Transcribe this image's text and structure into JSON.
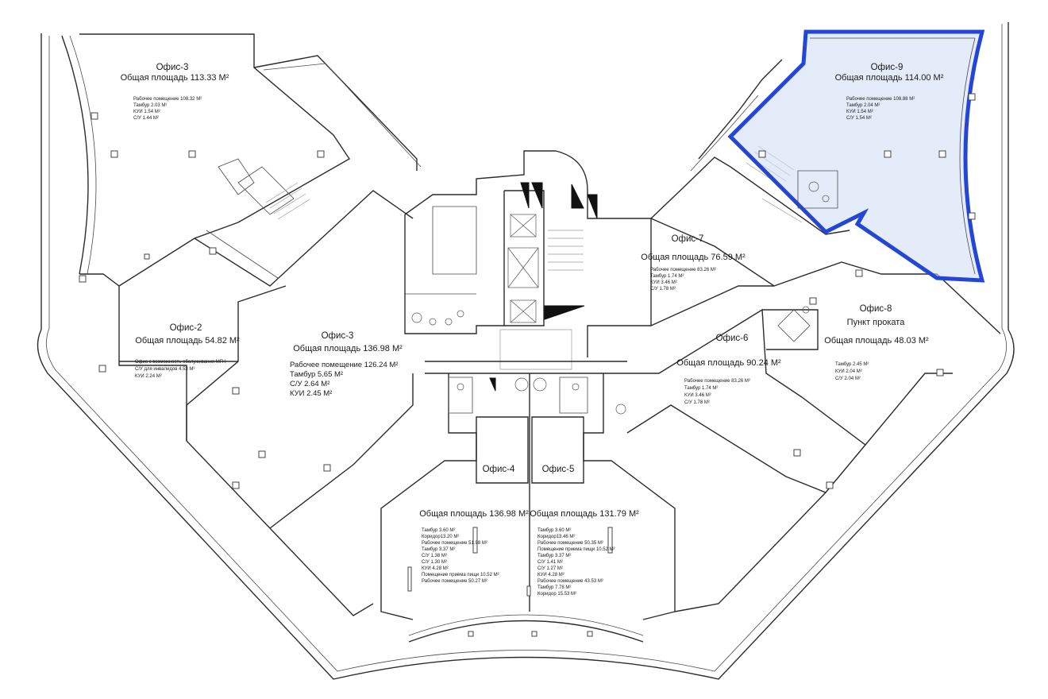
{
  "offices": [
    {
      "id": "office-3-top",
      "name": "Офис-3",
      "area": "Общая площадь 113.33 М²",
      "details": [
        "Рабочее помещение 108.32 М²",
        "Тамбур 2.03 М²",
        "КУИ 1.54 М²",
        "С/У 1.44 М²"
      ]
    },
    {
      "id": "office-9",
      "name": "Офис-9",
      "area": "Общая площадь 114.00 М²",
      "highlighted": true,
      "details": [
        "Рабочее помещение 108.88 М²",
        "Тамбур 2.04 М²",
        "КУИ 1.54 М²",
        "С/У 1.54 М²"
      ]
    },
    {
      "id": "office-7",
      "name": "Офис-7",
      "area": "Общая площадь 76.59 М²",
      "details": [
        "Рабочее помещение 83.26 М²",
        "Тамбур 1.74 М²",
        "КУИ 3.46 М²",
        "С/У 1.78 М²"
      ]
    },
    {
      "id": "office-2",
      "name": "Офис-2",
      "area": "Общая площадь 54.82 М²",
      "details": [
        "Офис с возможность обслуживания МГН",
        "С/У для инвалидов 4.53 М²",
        "КУИ 2.24 М²"
      ]
    },
    {
      "id": "office-3-mid",
      "name": "Офис-3",
      "area": "Общая площадь 136.98 М²",
      "details": [
        "Рабочее помещение 126.24 М²",
        "Тамбур 5.65 М²",
        "С/У 2.64 М²",
        "КУИ 2.45 М²"
      ]
    },
    {
      "id": "office-6",
      "name": "Офис-6",
      "area": "Общая площадь 90.24 М²",
      "details": [
        "Рабочее помещение 83.26 М²",
        "Тамбур 1.74 М²",
        "КУИ 3.46 М²",
        "С/У 1.78 М²"
      ]
    },
    {
      "id": "office-8",
      "name": "Офис-8",
      "subtitle": "Пункт проката",
      "area": "Общая площадь 48.03 М²",
      "details": [
        "Тамбур 2.45 М²",
        "КУИ 2.04 М²",
        "С/У 2.04 М²"
      ]
    },
    {
      "id": "office-4",
      "name": "Офис-4",
      "area": "Общая площадь 136.98 М²",
      "details": [
        "Тамбур 3.60 М²",
        "Коридор13.20 М²",
        "Рабочее помещение 51.98 М²",
        "Тамбур 3.37 М²",
        "С/У 1.38 М²",
        "С/У 1.30 М²",
        "КУИ 4.28 М²",
        "Помещение приема пищи 10.52 М²",
        "Рабочее помещение 50.27 М²"
      ]
    },
    {
      "id": "office-5",
      "name": "Офис-5",
      "area": "Общая площадь 131.79 М²",
      "details": [
        "Тамбур 3.60 М²",
        "Коридор13.46 М²",
        "Рабочее помещение 50.35 М²",
        "Помещение приема пищи 10.52 М²",
        "Тамбур 3.37 М²",
        "С/У 1.41 М²",
        "С/У 1.27 М²",
        "КУИ 4.28 М²",
        "Рабочее помещение 43.53 М²",
        "Тамбур 7.78 М²",
        "Коридор 15.53 М²"
      ]
    }
  ],
  "colors": {
    "highlight_stroke": "#2446d6",
    "highlight_fill": "#dce6f8",
    "walls": "#2b2b2b"
  },
  "icons": [
    "stair-icon",
    "elevator-icon",
    "toilet-icon",
    "door-icon"
  ]
}
